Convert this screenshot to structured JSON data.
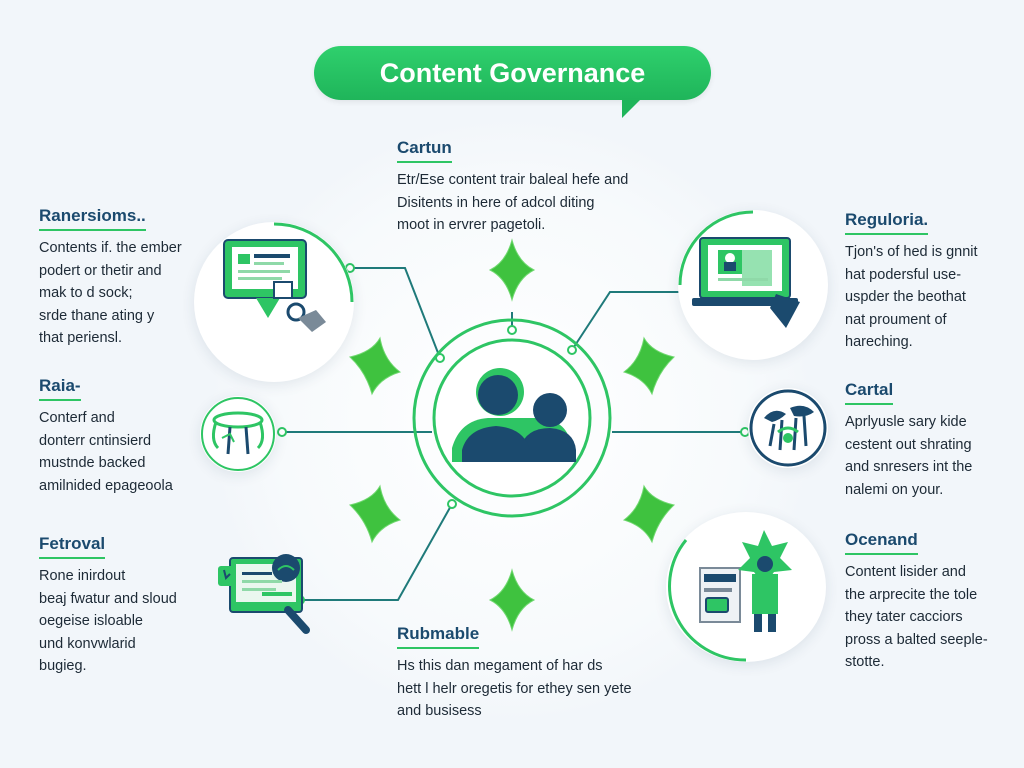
{
  "title": "Content Governance",
  "top": {
    "heading": "Cartun",
    "body": "Etr/Ese content trair baleal hefe and\nDisitents in here of adcol diting\nmoot in ervrer pagetoli."
  },
  "left1": {
    "heading": "Ranersioms..",
    "body": "Contents if. the ember\npodert or thetir and\nmak to d sock;\nsrde thane ating y\nthat periensl."
  },
  "left2": {
    "heading": "Raia-",
    "body": "Conterf and\ndonterr cntinsierd\nmustnde backed\namilnided epageoola"
  },
  "left3": {
    "heading": "Fetroval",
    "body": "Rone inirdout\nbeaj fwatur and sloud\noegeise isloable\nund konvwlarid\nbugieg."
  },
  "right1": {
    "heading": "Reguloria.",
    "body": "Tjon's of hed is gnnit\nhat podersful use-\nuspder the beothat\nnat proument of\nhareching."
  },
  "right2": {
    "heading": "Cartal",
    "body": "Aprlyusle sary kide\ncestent out shrating\nand snresers int the\nnalemi on your."
  },
  "right3": {
    "heading": "Ocenand",
    "body": "Content lisider and\nthe arprecite the tole\nthey tater cacciors\npross a balted seeple-\nstotte."
  },
  "bottom": {
    "heading": "Rubmable",
    "body": "Hs this dan megament of har ds\nhett l helr oregetis for ethey sen yete\nand busisess"
  },
  "icons": {
    "center": "people-group-icon",
    "left1": "monitor-document-icon",
    "left2": "stool-icon",
    "left3": "screen-search-icon",
    "right1": "laptop-lock-icon",
    "right2": "people-discussion-icon",
    "right3": "person-board-icon"
  },
  "colors": {
    "green": "#2ec564",
    "navy": "#1b4a6e",
    "title_bg": "#1fb55a"
  }
}
